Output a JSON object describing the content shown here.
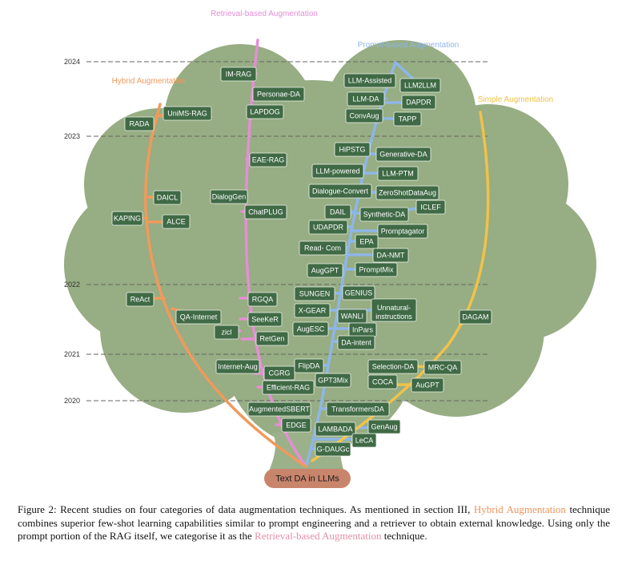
{
  "categories": {
    "retrieval": {
      "label": "Retrieval-based Augmentation",
      "color": "#e58ed6"
    },
    "prompt": {
      "label": "Prompt-based Augmentation",
      "color": "#8db6e8"
    },
    "hybrid": {
      "label": "Hybrid Augmentation",
      "color": "#f09a5c"
    },
    "simple": {
      "label": "Simple Augmentation",
      "color": "#f0c24a"
    }
  },
  "years": [
    "2024",
    "2023",
    "2022",
    "2021",
    "2020"
  ],
  "root_label": "Text DA in LLMs",
  "colors": {
    "canopy": "#97ad83",
    "trunk": "#9bb18a",
    "root_box": "#c9856c",
    "node": "#3f6a45"
  },
  "nodes": {
    "retrieval": [
      "IM-RAG",
      "Personae-DA",
      "LAPDOG",
      "EAE-RAG",
      "DialogGen",
      "ChatPLUG",
      "RGQA",
      "SeeKeR",
      "zicl",
      "RetGen",
      "Internet-Aug",
      "CGRG",
      "Efficient-RAG",
      "AugmentedSBERT",
      "EDGE"
    ],
    "prompt": [
      "LLM-Assisted",
      "LLM2LLM",
      "LLM-DA",
      "DAPDR",
      "ConvAug",
      "TAPP",
      "HiPSTG",
      "Generative-DA",
      "LLM-powered",
      "LLM-PTM",
      "Dialogue-Convert",
      "ZeroShotDataAug",
      "DAIL",
      "Synthetic-DA",
      "ICLEF",
      "UDAPDR",
      "Promptagator",
      "EPA",
      "Read- Com",
      "DA-NMT",
      "AugGPT",
      "PromptMix",
      "SUNGEN",
      "GENIUS",
      "X-GEAR",
      "Unnatural-instructions",
      "WANLI",
      "AugESC",
      "InPars",
      "DA-intent",
      "FlipDA",
      "GPT3Mix",
      "TransformersDA",
      "LAMBADA",
      "GenAug",
      "LeCA",
      "G-DAUGc"
    ],
    "hybrid": [
      "RADA",
      "UniMS-RAG",
      "DAICL",
      "KAPING",
      "ALCE",
      "ReAct",
      "QA-Internet"
    ],
    "simple": [
      "DAGAM",
      "Selection-DA",
      "MRC-QA",
      "COCA",
      "AuGPT"
    ]
  },
  "caption": {
    "p1": "Figure 2: Recent studies on four categories of data augmentation techniques. As mentioned in section III, ",
    "hybrid": "Hybrid Augmentation",
    "p2": " technique combines superior few-shot learning capabilities similar to prompt engineering and a retriever to obtain external knowledge. Using only the prompt portion of the RAG itself, we categorise it as the ",
    "retrieval": "Retrieval-based Augmentation",
    "p3": " technique."
  }
}
